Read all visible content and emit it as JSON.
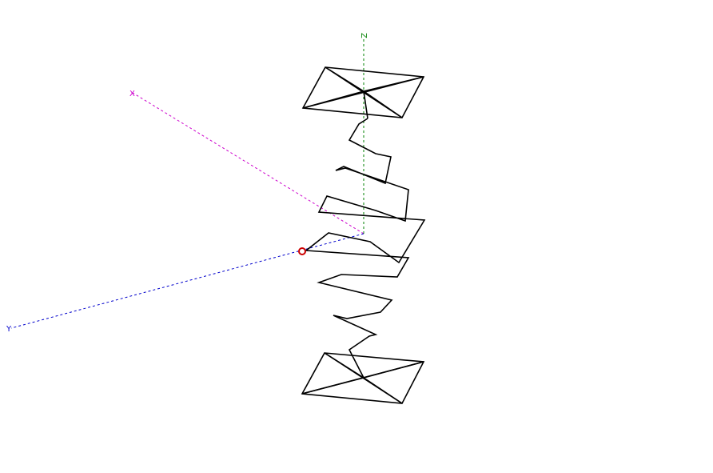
{
  "axes": {
    "x": {
      "label": "X",
      "color": "#cc00cc"
    },
    "y": {
      "label": "Y",
      "color": "#0000cc"
    },
    "z": {
      "label": "Z",
      "color": "#008000"
    }
  },
  "colors": {
    "background": "#ffffff",
    "structure": "#000000",
    "selected_point": "#cc0000"
  },
  "icons": {
    "selected_point": "circle-marker"
  }
}
